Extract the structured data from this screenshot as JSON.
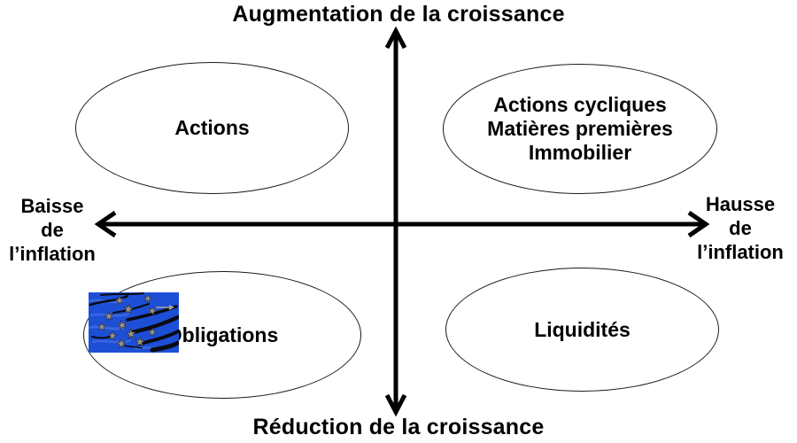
{
  "diagram": {
    "title_top": "Augmentation de la croissance",
    "title_bottom": "Réduction de la croissance",
    "label_left": {
      "line1": "Baisse",
      "line2": "de",
      "line3": "l’inflation"
    },
    "label_right": {
      "line1": "Hausse",
      "line2": "de",
      "line3": "l’inflation"
    },
    "quadrants": {
      "top_left": {
        "line1": "Actions"
      },
      "top_right": {
        "line1": "Actions cycliques",
        "line2": "Matières premières",
        "line3": "Immobilier"
      },
      "bottom_left": {
        "line1": "Obligations"
      },
      "bottom_right": {
        "line1": "Liquidités"
      }
    },
    "flag_image_name": "eu-flag-clipart",
    "colors": {
      "ink": "#000000",
      "flag_blue": "#1d4fd6",
      "flag_star_grey": "#9b9488"
    }
  }
}
